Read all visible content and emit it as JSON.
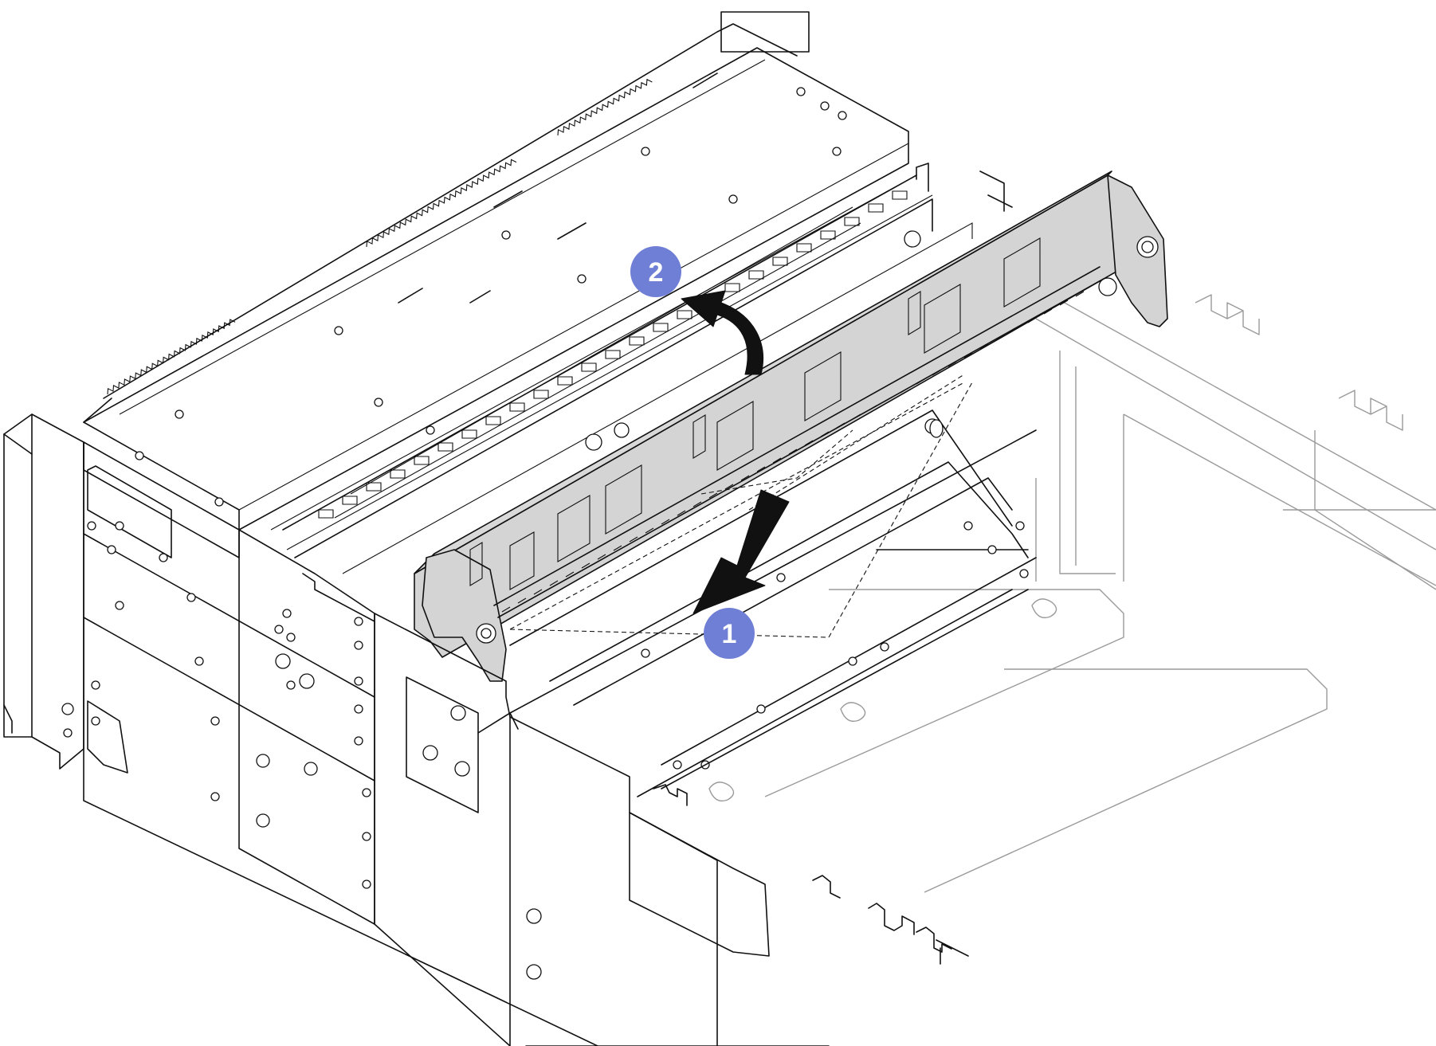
{
  "callouts": [
    {
      "label": "1",
      "meaning": "step-1"
    },
    {
      "label": "2",
      "meaning": "step-2"
    }
  ],
  "colors": {
    "callout": "#6f7fd6",
    "arrow": "#111111",
    "backplane": "#d4d4d4",
    "line": "#111111",
    "faint_line": "#9a9a9a"
  },
  "icons": [
    "arrow-down-icon",
    "rotate-arrow-icon"
  ]
}
